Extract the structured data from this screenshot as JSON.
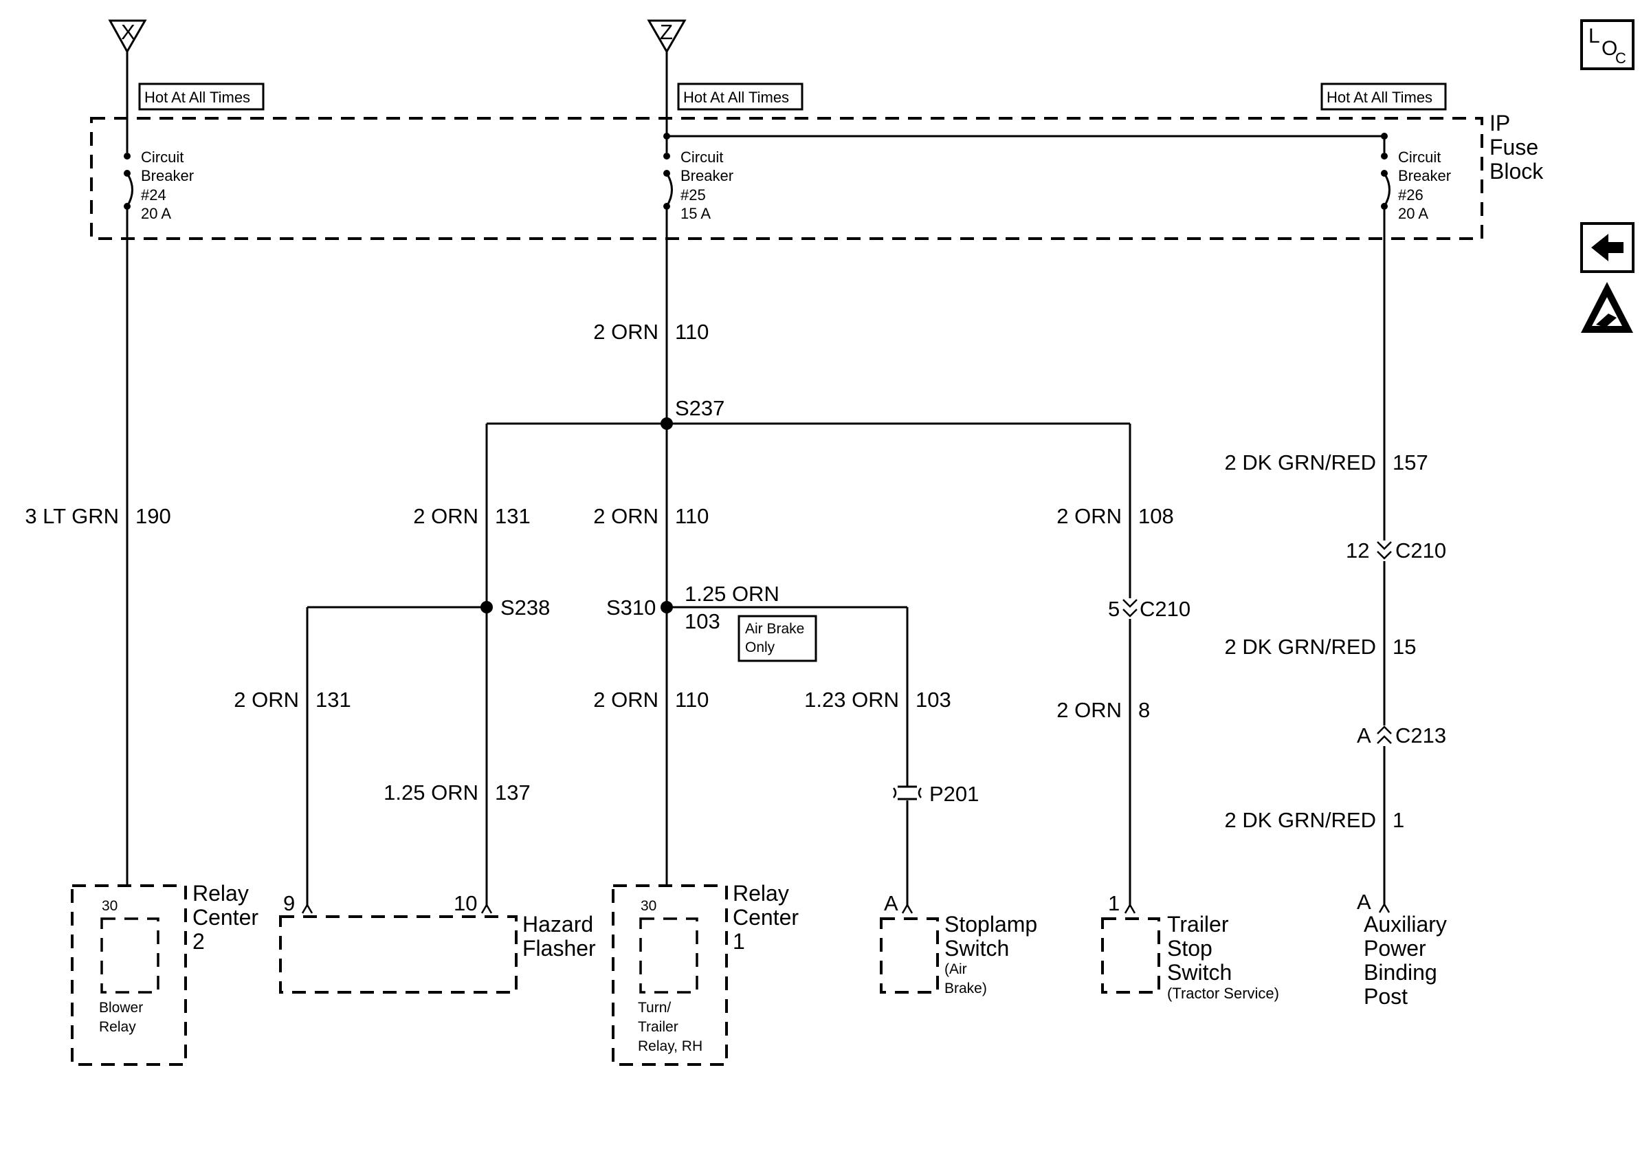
{
  "nav_icons": {
    "loc_l": "L",
    "loc_o": "O",
    "loc_c": "C",
    "back": "back-arrow-icon",
    "esd": "esd-warning-icon"
  },
  "hot_label": "Hot At All Times",
  "terminals": {
    "x": "X",
    "z": "Z"
  },
  "fuse_block": {
    "line1": "IP",
    "line2": "Fuse",
    "line3": "Block"
  },
  "breakers": [
    {
      "l1": "Circuit",
      "l2": "Breaker",
      "l3": "#24",
      "l4": "20 A"
    },
    {
      "l1": "Circuit",
      "l2": "Breaker",
      "l3": "#25",
      "l4": "15 A"
    },
    {
      "l1": "Circuit",
      "l2": "Breaker",
      "l3": "#26",
      "l4": "20 A"
    }
  ],
  "wires": {
    "w110_top": {
      "gauge": "2 ORN",
      "circuit": "110"
    },
    "w190": {
      "gauge": "3 LT GRN",
      "circuit": "190"
    },
    "w131_upper": {
      "gauge": "2 ORN",
      "circuit": "131"
    },
    "w110_mid": {
      "gauge": "2 ORN",
      "circuit": "110"
    },
    "w108": {
      "gauge": "2 ORN",
      "circuit": "108"
    },
    "w157": {
      "gauge": "2 DK GRN/RED",
      "circuit": "157"
    },
    "w103_upper": {
      "gauge": "1.25 ORN",
      "circuit": "103"
    },
    "w131_lower": {
      "gauge": "2 ORN",
      "circuit": "131"
    },
    "w110_low": {
      "gauge": "2 ORN",
      "circuit": "110"
    },
    "w103_lower": {
      "gauge": "1.23 ORN",
      "circuit": "103"
    },
    "w8": {
      "gauge": "2 ORN",
      "circuit": "8"
    },
    "w15": {
      "gauge": "2 DK GRN/RED",
      "circuit": "15"
    },
    "w137": {
      "gauge": "1.25 ORN",
      "circuit": "137"
    },
    "w1": {
      "gauge": "2 DK GRN/RED",
      "circuit": "1"
    }
  },
  "splices": {
    "s237": "S237",
    "s238": "S238",
    "s310": "S310"
  },
  "connectors": {
    "c210_a": {
      "pin": "12",
      "name": "C210"
    },
    "c210_b": {
      "pin": "5",
      "name": "C210"
    },
    "c213": {
      "pin": "A",
      "name": "C213"
    },
    "p201": "P201"
  },
  "air_brake_note": {
    "l1": "Air Brake",
    "l2": "Only"
  },
  "components": {
    "relay_center_2": {
      "pin": "30",
      "l1": "Relay",
      "l2": "Center",
      "l3": "2",
      "inner1": "Blower",
      "inner2": "Relay"
    },
    "hazard_flasher": {
      "pin_a": "9",
      "pin_b": "10",
      "l1": "Hazard",
      "l2": "Flasher"
    },
    "relay_center_1": {
      "pin": "30",
      "l1": "Relay",
      "l2": "Center",
      "l3": "1",
      "inner1": "Turn/",
      "inner2": "Trailer",
      "inner3": "Relay, RH"
    },
    "stoplamp_switch": {
      "pin": "A",
      "l1": "Stoplamp",
      "l2": "Switch",
      "l3": "(Air",
      "l4": "Brake)"
    },
    "trailer_stop_switch": {
      "pin": "1",
      "l1": "Trailer",
      "l2": "Stop",
      "l3": "Switch",
      "l4": "(Tractor Service)"
    },
    "aux_power_post": {
      "pin": "A",
      "l1": "Auxiliary",
      "l2": "Power",
      "l3": "Binding",
      "l4": "Post"
    }
  }
}
